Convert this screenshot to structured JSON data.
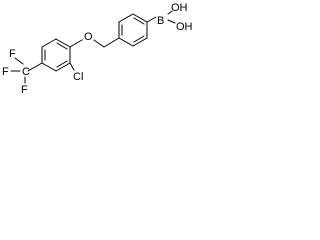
{
  "molecule": {
    "atoms": {
      "f_top": "F",
      "f_left": "F",
      "f_bottom": "F",
      "cf3_carbon": "C",
      "ether_oxygen": "O",
      "chlorine": "Cl",
      "boron": "B",
      "hydroxyl_top": "OH",
      "hydroxyl_right": "OH"
    }
  }
}
